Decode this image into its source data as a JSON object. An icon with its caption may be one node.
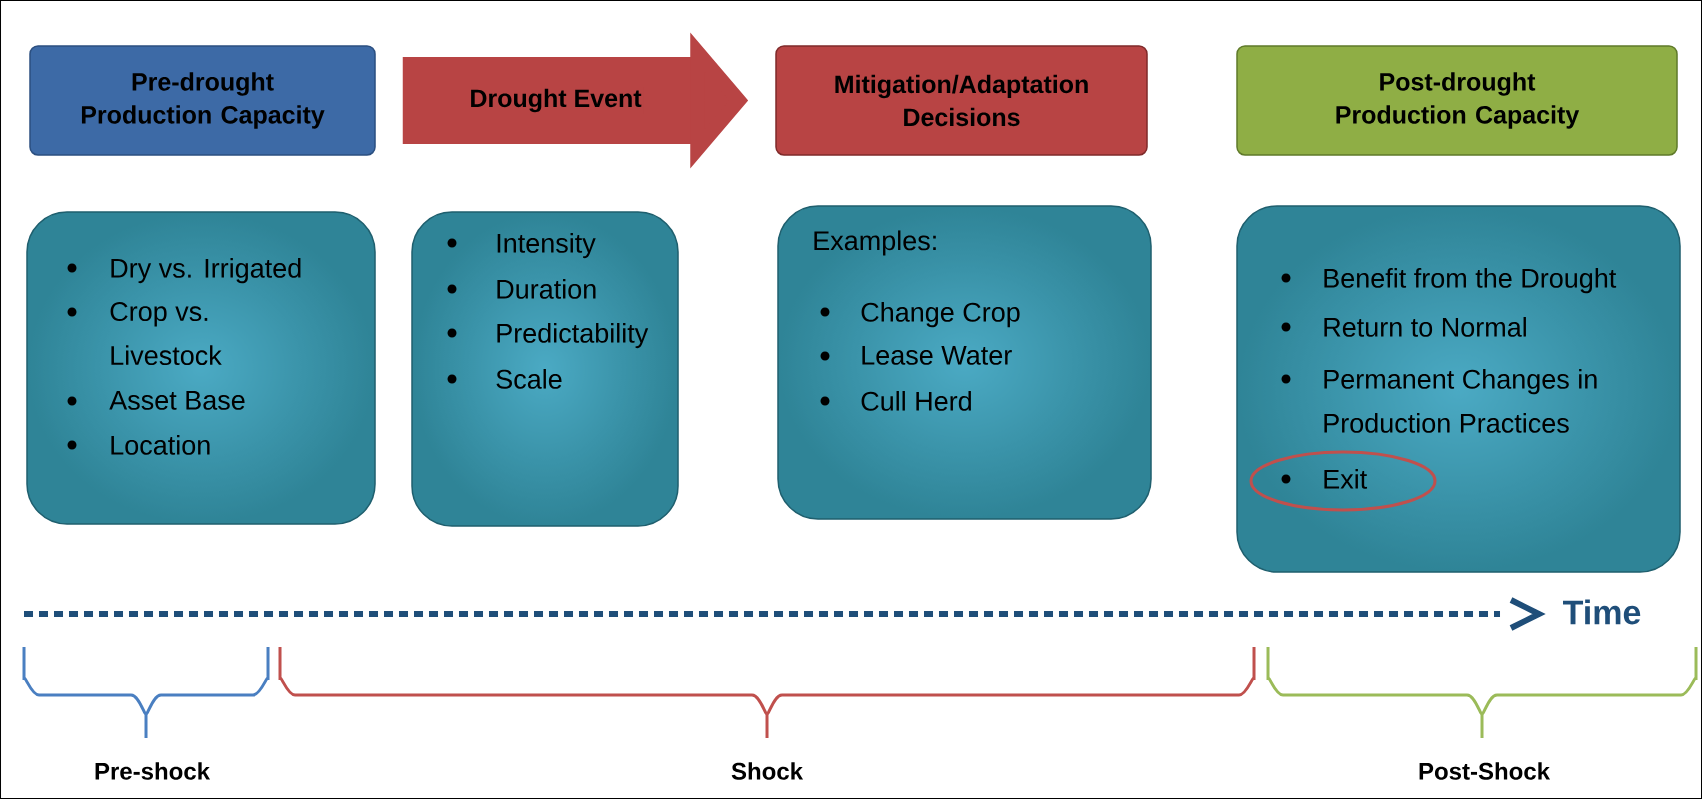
{
  "diagram": {
    "nodes": [
      {
        "text": [
          "Pre-drought Production Capacity"
        ]
      },
      {
        "text": [
          "Mitigation/Adaptation Decisions"
        ]
      },
      {
        "text": [
          "Post-drought Production Capacity"
        ]
      },
      {
        "text": [
          "Dry vs. Irrigated",
          "Crop vs. Livestock",
          "Asset Base",
          "Location"
        ]
      },
      {
        "text": [
          "Intensity",
          "Duration",
          "Predictability",
          "Scale"
        ]
      },
      {
        "text": [
          "Examples:",
          "Change Crop",
          "Lease Water",
          "Cull Herd"
        ]
      },
      {
        "text": [
          "Benefit from the Drought",
          "Return to Normal",
          "Permanent Changes in Production Practices",
          "Exit"
        ]
      }
    ],
    "edges": [
      {
        "from": 0,
        "to": 1,
        "arrow": "to",
        "label": "Drought Event"
      }
    ],
    "labels": [
      "Time",
      "Pre-shock",
      "Shock",
      "Post-Shock"
    ]
  }
}
